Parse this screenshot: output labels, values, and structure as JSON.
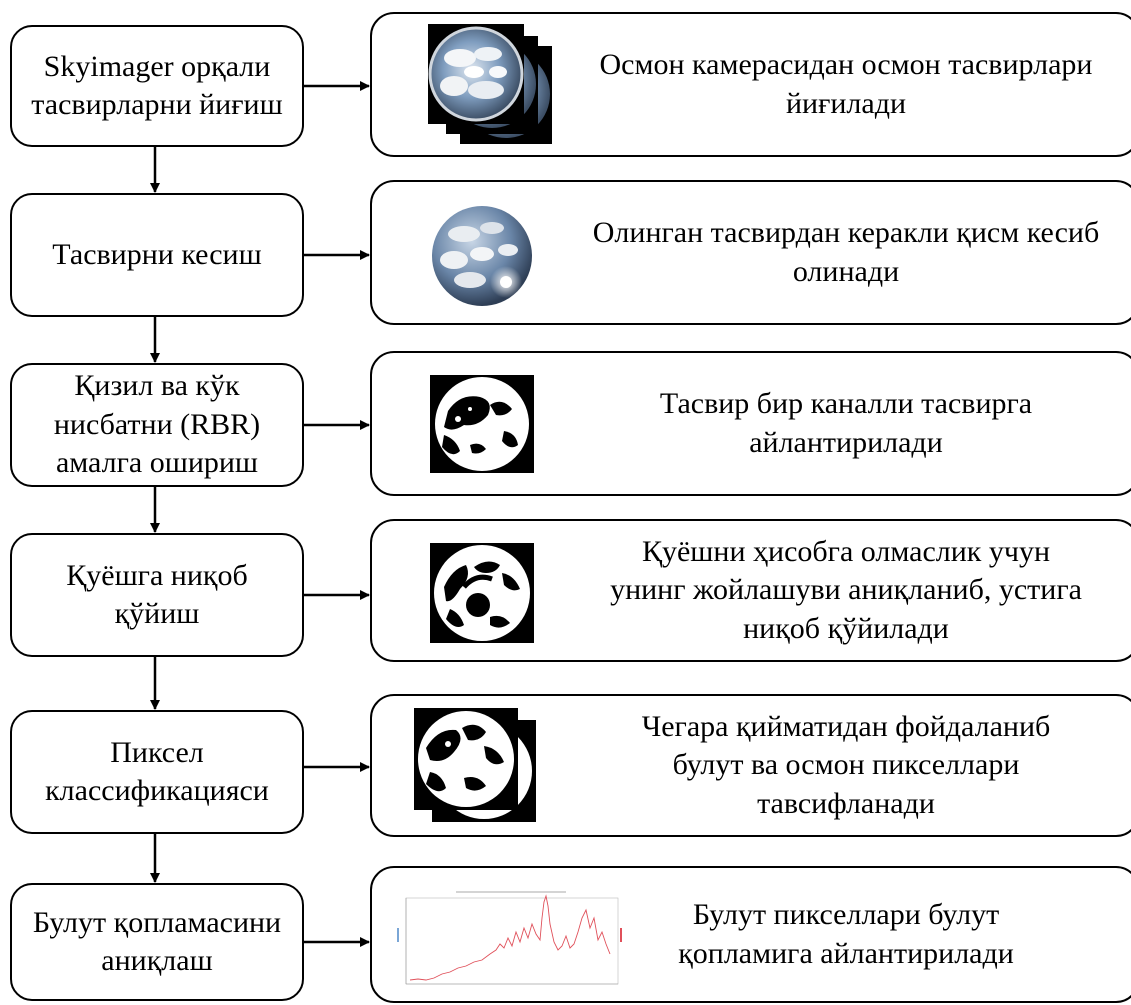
{
  "steps": [
    {
      "label": "Skyimager орқали\nтасвирларни йиғиш",
      "description": "Осмон камерасидан осмон тасвирлари\nйиғилади",
      "image_icon": "stacked-sky-images-icon"
    },
    {
      "label": "Тасвирни кесиш",
      "description": "Олинган тасвирдан керакли қисм кесиб\nолинади",
      "image_icon": "cropped-sky-sphere-icon"
    },
    {
      "label": "Қизил ва кўк\nнисбатни (RBR)\nамалга ошириш",
      "description": "Тасвир бир каналли тасвирга\nайлантирилади",
      "image_icon": "binary-rbr-image-icon"
    },
    {
      "label": "Қуёшга ниқоб\nқўйиш",
      "description": "Қуёшни ҳисобга олмаслик учун\nунинг жойлашуви аниқланиб, устига\nниқоб қўйилади",
      "image_icon": "sun-mask-image-icon"
    },
    {
      "label": "Пиксел\nклассификацияси",
      "description": "Чегара қийматидан фойдаланиб\nбулут ва осмон пикселлари\nтавсифланади",
      "image_icon": "classified-pixels-stack-icon"
    },
    {
      "label": "Булут қопламасини\nаниқлаш",
      "description": "Булут пикселлари булут\nқопламига айлантирилади",
      "image_icon": "cloud-cover-chart-icon"
    }
  ],
  "colors": {
    "stroke": "#000000",
    "chart_line": "#e0505a",
    "sky_blue": "#6f8fb3",
    "cloud_white": "#ffffff"
  }
}
